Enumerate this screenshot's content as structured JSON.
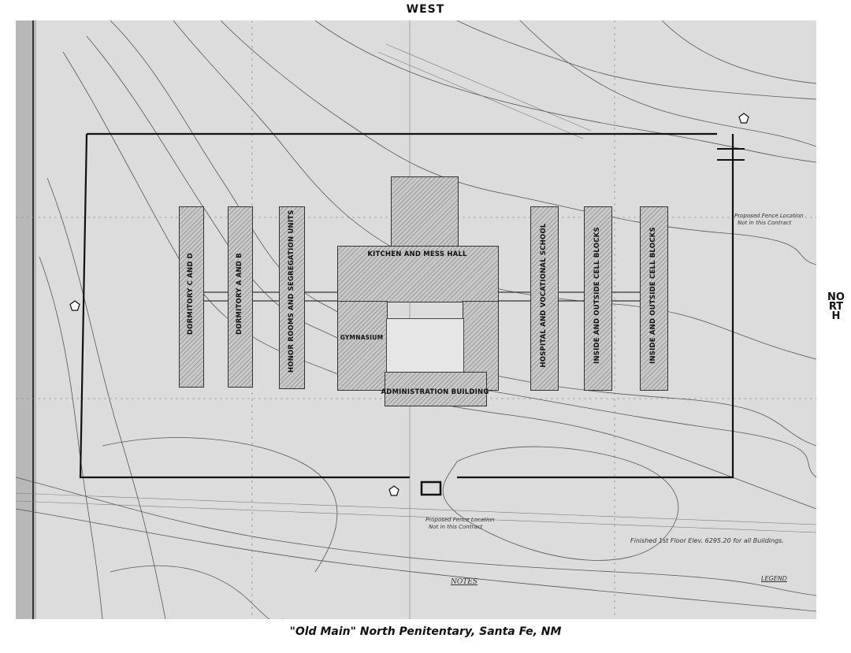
{
  "labels": {
    "top": "WEST",
    "right": "NORTH",
    "caption": "\"Old Main\" North Penitentary, Santa Fe, NM"
  },
  "buildings": {
    "dorm_cd": "DORMITORY C AND D",
    "dorm_ab": "DORMITORY A AND B",
    "honor": "HONOR ROOMS AND SEGREGATION UNITS",
    "kitchen": "KITCHEN AND MESS HALL",
    "gym": "GYMNASIUM",
    "admin": "ADMINISTRATION BUILDING",
    "hospital": "HOSPITAL AND VOCATIONAL SCHOOL",
    "cell1": "INSIDE AND OUTSIDE CELL BLOCKS",
    "cell2": "INSIDE AND OUTSIDE CELL BLOCKS"
  },
  "annotations": {
    "notes_title": "NOTES",
    "finished_floor": "Finished 1st Floor Elev. 6295.20 for all Buildings.",
    "fence_1": "Proposed Fence Location",
    "fence_1b": "Not in this Contract",
    "fence_2": "Proposed Fence Location",
    "fence_2b": "Not in this Contract",
    "legend": "LEGEND"
  }
}
